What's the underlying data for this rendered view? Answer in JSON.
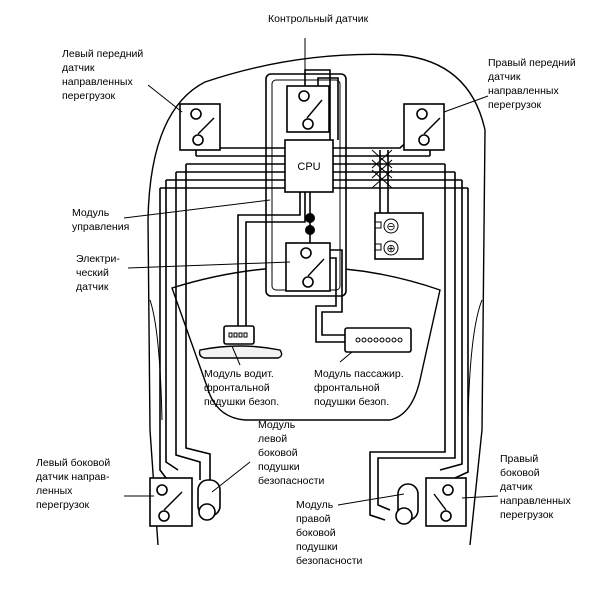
{
  "labels": {
    "control_sensor": "Контрольный датчик",
    "front_left": [
      "Левый передний",
      "датчик",
      "направленных",
      "перегрузок"
    ],
    "front_right": [
      "Правый передний",
      "датчик",
      "направленных",
      "перегрузок"
    ],
    "control_module": [
      "Модуль",
      "управления"
    ],
    "electric_sensor": [
      "Электри-",
      "ческий",
      "датчик"
    ],
    "cpu": "CPU",
    "battery_minus": "⊖",
    "battery_plus": "⊕",
    "driver_airbag": [
      "Модуль водит.",
      "фронтальной",
      "подушки безоп."
    ],
    "passenger_airbag": [
      "Модуль пассажир.",
      "фронтальной",
      "подушки безоп."
    ],
    "left_side_airbag": [
      "Модуль",
      "левой",
      "боковой",
      "подушки",
      "безопасности"
    ],
    "left_side_sensor": [
      "Левый боковой",
      "датчик направ-",
      "ленных",
      "перегрузок"
    ],
    "right_side_airbag": [
      "Модуль",
      "правой",
      "боковой",
      "подушки",
      "безопасности"
    ],
    "right_side_sensor": [
      "Правый",
      "боковой",
      "датчик",
      "направленных",
      "перегрузок"
    ]
  }
}
